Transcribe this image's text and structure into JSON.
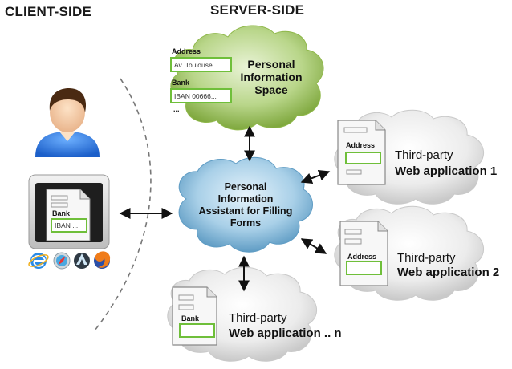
{
  "headings": {
    "client": "CLIENT-SIDE",
    "server": "SERVER-SIDE"
  },
  "pis": {
    "title_lines": [
      "Personal",
      "Information",
      "Space"
    ],
    "address_label": "Address",
    "address_value": "Av. Toulouse...",
    "bank_label": "Bank",
    "bank_value": "IBAN 00666...",
    "ellipsis": "..."
  },
  "assistant": {
    "title_lines": [
      "Personal",
      "Information",
      "Assistant for Filling",
      "Forms"
    ]
  },
  "app1": {
    "doc_label": "Address",
    "line1": "Third-party",
    "line2": "Web application 1"
  },
  "app2": {
    "doc_label": "Address",
    "line1": "Third-party",
    "line2": "Web application 2"
  },
  "appn": {
    "doc_label": "Bank",
    "line1": "Third-party",
    "line2": "Web application .. n"
  },
  "client": {
    "doc_label": "Bank",
    "doc_value": "IBAN ..."
  },
  "browser_icons": [
    "internet-explorer-icon",
    "safari-icon",
    "camino-icon",
    "firefox-icon"
  ],
  "colors": {
    "cloud_green": "#8fb84a",
    "cloud_grey": "#d9d9d9",
    "cloud_blue": "#7fb6d8",
    "field_green": "#6fbf3a",
    "arrow": "#111111",
    "divider": "#777777"
  }
}
